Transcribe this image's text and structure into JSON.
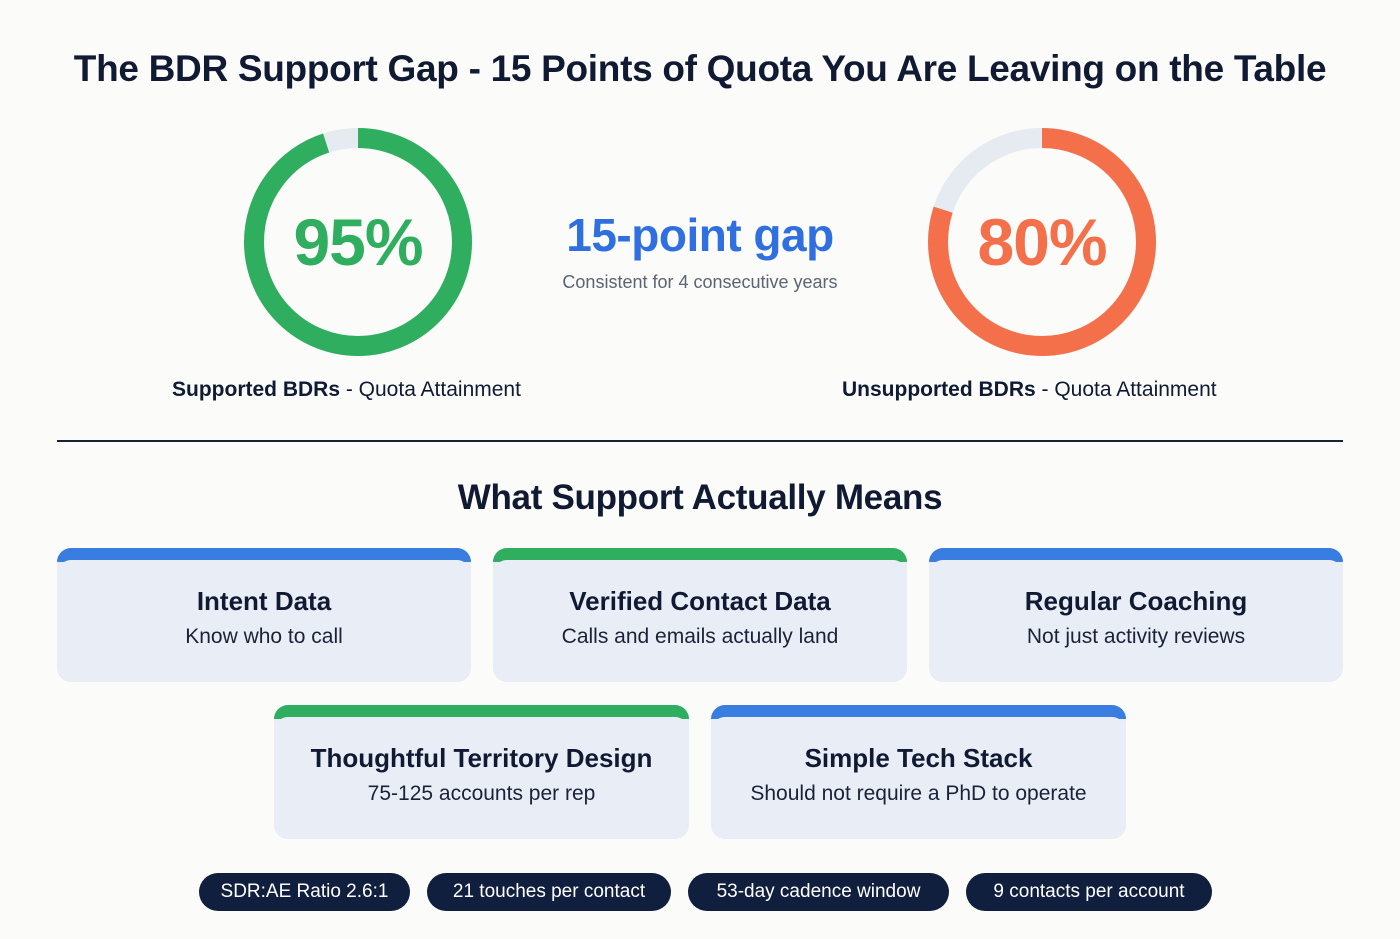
{
  "title": "The BDR Support Gap - 15 Points of Quota You Are Leaving on the Table",
  "chart_data": {
    "type": "pie",
    "subtype": "donut",
    "title": "The BDR Support Gap - 15 Points of Quota You Are Leaving on the Table",
    "series": [
      {
        "name": "Supported BDRs - Quota Attainment",
        "value": 95,
        "remainder": 5,
        "color": "#2fae5f",
        "track_color": "#e6eaf1"
      },
      {
        "name": "Unsupported BDRs - Quota Attainment",
        "value": 80,
        "remainder": 20,
        "color": "#f4704a",
        "track_color": "#e6eaf1"
      }
    ],
    "annotation": {
      "text": "15-point gap",
      "subtext": "Consistent for 4 consecutive years"
    },
    "unit": "%"
  },
  "donuts": {
    "left": {
      "value_label": "95%",
      "value": 95,
      "label_bold": "Supported BDRs",
      "label_rest": " - Quota Attainment",
      "color": "#2fae5f"
    },
    "right": {
      "value_label": "80%",
      "value": 80,
      "label_bold": "Unsupported BDRs",
      "label_rest": " - Quota Attainment",
      "color": "#f4704a"
    }
  },
  "gap": {
    "headline": "15-point gap",
    "subtext": "Consistent for 4 consecutive years",
    "color": "#2f6fe0"
  },
  "section": {
    "title": "What Support Actually Means"
  },
  "cards": [
    {
      "title": "Intent Data",
      "desc": "Know who to call",
      "accent": "#3a7de0"
    },
    {
      "title": "Verified Contact Data",
      "desc": "Calls and emails actually land",
      "accent": "#2fae5f"
    },
    {
      "title": "Regular Coaching",
      "desc": "Not just activity reviews",
      "accent": "#3a7de0"
    },
    {
      "title": "Thoughtful Territory Design",
      "desc": "75-125 accounts per rep",
      "accent": "#2fae5f"
    },
    {
      "title": "Simple Tech Stack",
      "desc": "Should not require a PhD to operate",
      "accent": "#3a7de0"
    }
  ],
  "stats": [
    "SDR:AE Ratio 2.6:1",
    "21 touches per contact",
    "53-day cadence window",
    "9 contacts per account"
  ]
}
